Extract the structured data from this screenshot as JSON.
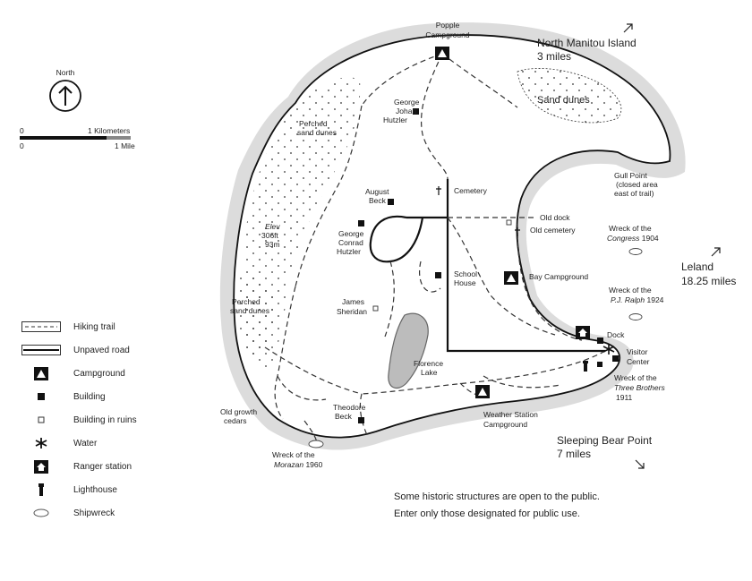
{
  "north_arrow": {
    "label": "North"
  },
  "scale": {
    "zero_km": "0",
    "km_label": "1 Kilometers",
    "zero_mi": "0",
    "mi_label": "1 Mile"
  },
  "legend": {
    "hiking_trail": "Hiking trail",
    "unpaved_road": "Unpaved road",
    "campground": "Campground",
    "building": "Building",
    "building_ruins": "Building in ruins",
    "water": "Water",
    "ranger_station": "Ranger station",
    "lighthouse": "Lighthouse",
    "shipwreck": "Shipwreck"
  },
  "labels": {
    "popple_1": "Popple",
    "popple_2": "Campground",
    "north_manitou_1": "North Manitou Island",
    "north_manitou_2": "3 miles",
    "sand_dunes": "Sand dunes",
    "george_johan_1": "George",
    "george_johan_2": "Johan",
    "george_johan_3": "Hutzler",
    "perched_top_1": "Perched",
    "perched_top_2": "sand dunes",
    "gull_point_1": "Gull Point",
    "gull_point_2": "(closed area",
    "gull_point_3": "east of trail)",
    "cemetery": "Cemetery",
    "august_1": "August",
    "august_2": "Beck",
    "old_dock": "Old dock",
    "old_cemetery": "Old cemetery",
    "george_conrad_1": "George",
    "george_conrad_2": "Conrad",
    "george_conrad_3": "Hutzler",
    "elev_1": "Elev",
    "elev_2": "306ft",
    "elev_3": "93m",
    "wreck_congress_1": "Wreck of the",
    "wreck_congress_2": "Congress",
    "wreck_congress_3": " 1904",
    "leland_1": "Leland",
    "leland_2": "18.25 miles",
    "school_1": "School",
    "school_2": "House",
    "bay_campground": "Bay Campground",
    "wreck_ralph_1": "Wreck of the",
    "wreck_ralph_2": "P.J. Ralph",
    "wreck_ralph_3": " 1924",
    "perched_bottom_1": "Perched",
    "perched_bottom_2": "sand dunes",
    "james_1": "James",
    "james_2": "Sheridan",
    "dock": "Dock",
    "visitor_1": "Visitor",
    "visitor_2": "Center",
    "florence_1": "Florence",
    "florence_2": "Lake",
    "wreck_brothers_1": "Wreck of the",
    "wreck_brothers_2": "Three Brothers",
    "wreck_brothers_3": "1911",
    "old_growth_1": "Old growth",
    "old_growth_2": "cedars",
    "theodore_1": "Theodore",
    "theodore_2": "Beck",
    "weather_1": "Weather Station",
    "weather_2": "Campground",
    "sleeping_1": "Sleeping Bear Point",
    "sleeping_2": "7 miles",
    "wreck_morazan_1": "Wreck of the",
    "wreck_morazan_2": "Morazan",
    "wreck_morazan_3": " 1960"
  },
  "note": {
    "line1": "Some historic structures are open to the public.",
    "line2": "Enter only those designated for public use."
  }
}
